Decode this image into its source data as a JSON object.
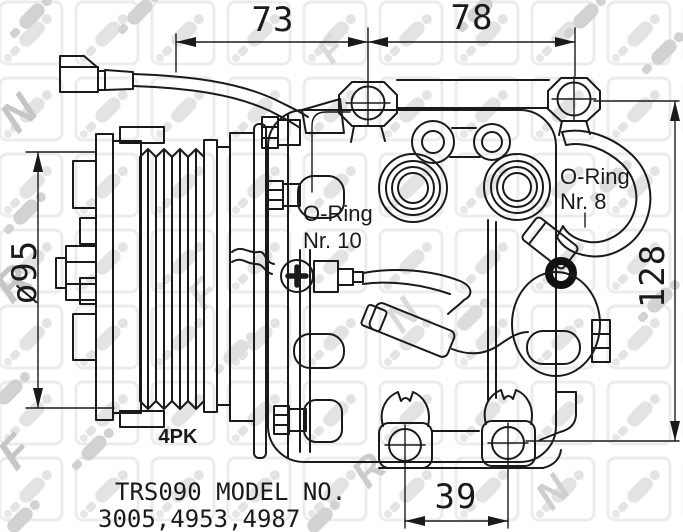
{
  "drawing": {
    "type": "technical-diagram",
    "subject": "AC compressor exploded side/front view",
    "line_color": "#1a1a1a",
    "background": "#ffffff",
    "watermark": {
      "brand_letters": [
        "N",
        "R",
        "F"
      ],
      "tile_color": "#ececec",
      "glyph_color": "#c9c9c9"
    },
    "dimensions": {
      "top_left_width": "73",
      "top_right_width": "78",
      "pulley_diameter": "ø95",
      "body_height": "128",
      "foot_hole_spacing": "39"
    },
    "labels": {
      "oring_10_line1": "O-Ring",
      "oring_10_line2": "Nr. 10",
      "oring_8_line1": "O-Ring",
      "oring_8_line2": "Nr. 8",
      "belt_type": "4PK",
      "model_line1": "TRS090 MODEL NO.",
      "model_line2": "3005,4953,4987"
    }
  }
}
